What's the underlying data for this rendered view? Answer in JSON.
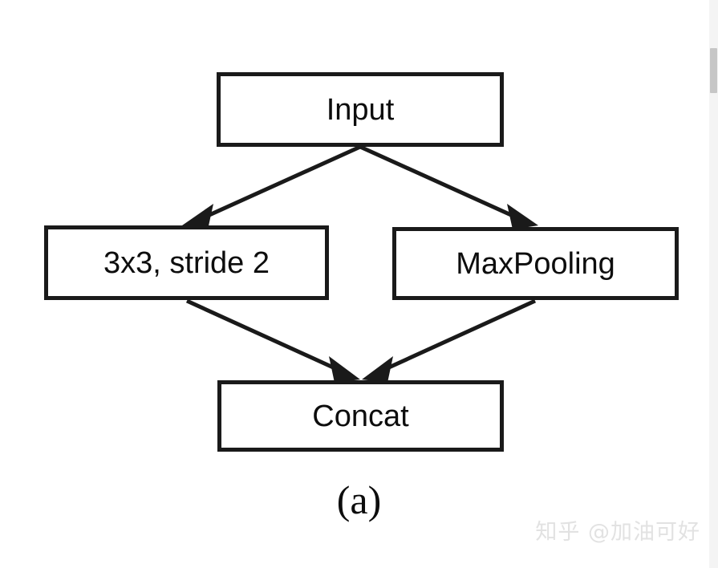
{
  "diagram": {
    "type": "flowchart",
    "caption": "(a)",
    "background_color": "#ffffff",
    "stroke_color": "#1a1a1a",
    "text_color": "#0d0d0d",
    "nodes": [
      {
        "id": "input",
        "label": "Input"
      },
      {
        "id": "conv",
        "label": "3x3, stride 2"
      },
      {
        "id": "pool",
        "label": "MaxPooling"
      },
      {
        "id": "concat",
        "label": "Concat"
      }
    ],
    "edges": [
      {
        "from": "input",
        "to": "conv"
      },
      {
        "from": "input",
        "to": "pool"
      },
      {
        "from": "conv",
        "to": "concat"
      },
      {
        "from": "pool",
        "to": "concat"
      }
    ]
  },
  "watermark": {
    "text": "知乎 @加油可好",
    "color": "#e2e2e2"
  },
  "scrollbar": {
    "track_color": "#f4f4f4",
    "thumb_color": "#c6c6c6"
  }
}
